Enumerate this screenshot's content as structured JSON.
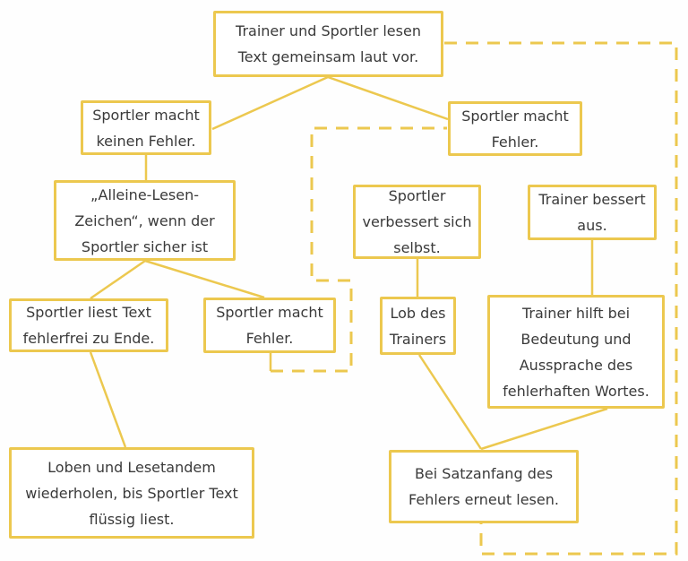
{
  "colors": {
    "border": "#ecc84f",
    "text": "#3a3a3a",
    "background": "#fefefe"
  },
  "nodes": {
    "start": {
      "text": "Trainer und Sportler lesen\nText gemeinsam laut vor."
    },
    "no_error": {
      "text": "Sportler macht\nkeinen Fehler."
    },
    "error": {
      "text": "Sportler macht\nFehler."
    },
    "alone_sign": {
      "text": "„Alleine-Lesen-\nZeichen“, wenn der\nSportler sicher ist"
    },
    "reads_to_end": {
      "text": "Sportler liest Text\nfehlerfrei zu Ende."
    },
    "error_again": {
      "text": "Sportler macht\nFehler."
    },
    "self_correct": {
      "text": "Sportler\nverbessert sich\nselbst."
    },
    "trainer_corrects": {
      "text": "Trainer bessert\naus."
    },
    "praise": {
      "text": "Lob des\nTrainers"
    },
    "trainer_helps": {
      "text": "Trainer hilft bei\nBedeutung und\nAussprache des\nfehlerhaften Wortes."
    },
    "repeat_tandem": {
      "text": "Loben und Lesetandem\nwiederholen, bis Sportler Text\nflüssig liest."
    },
    "reread": {
      "text": "Bei Satzanfang des\nFehlers erneut lesen."
    }
  }
}
